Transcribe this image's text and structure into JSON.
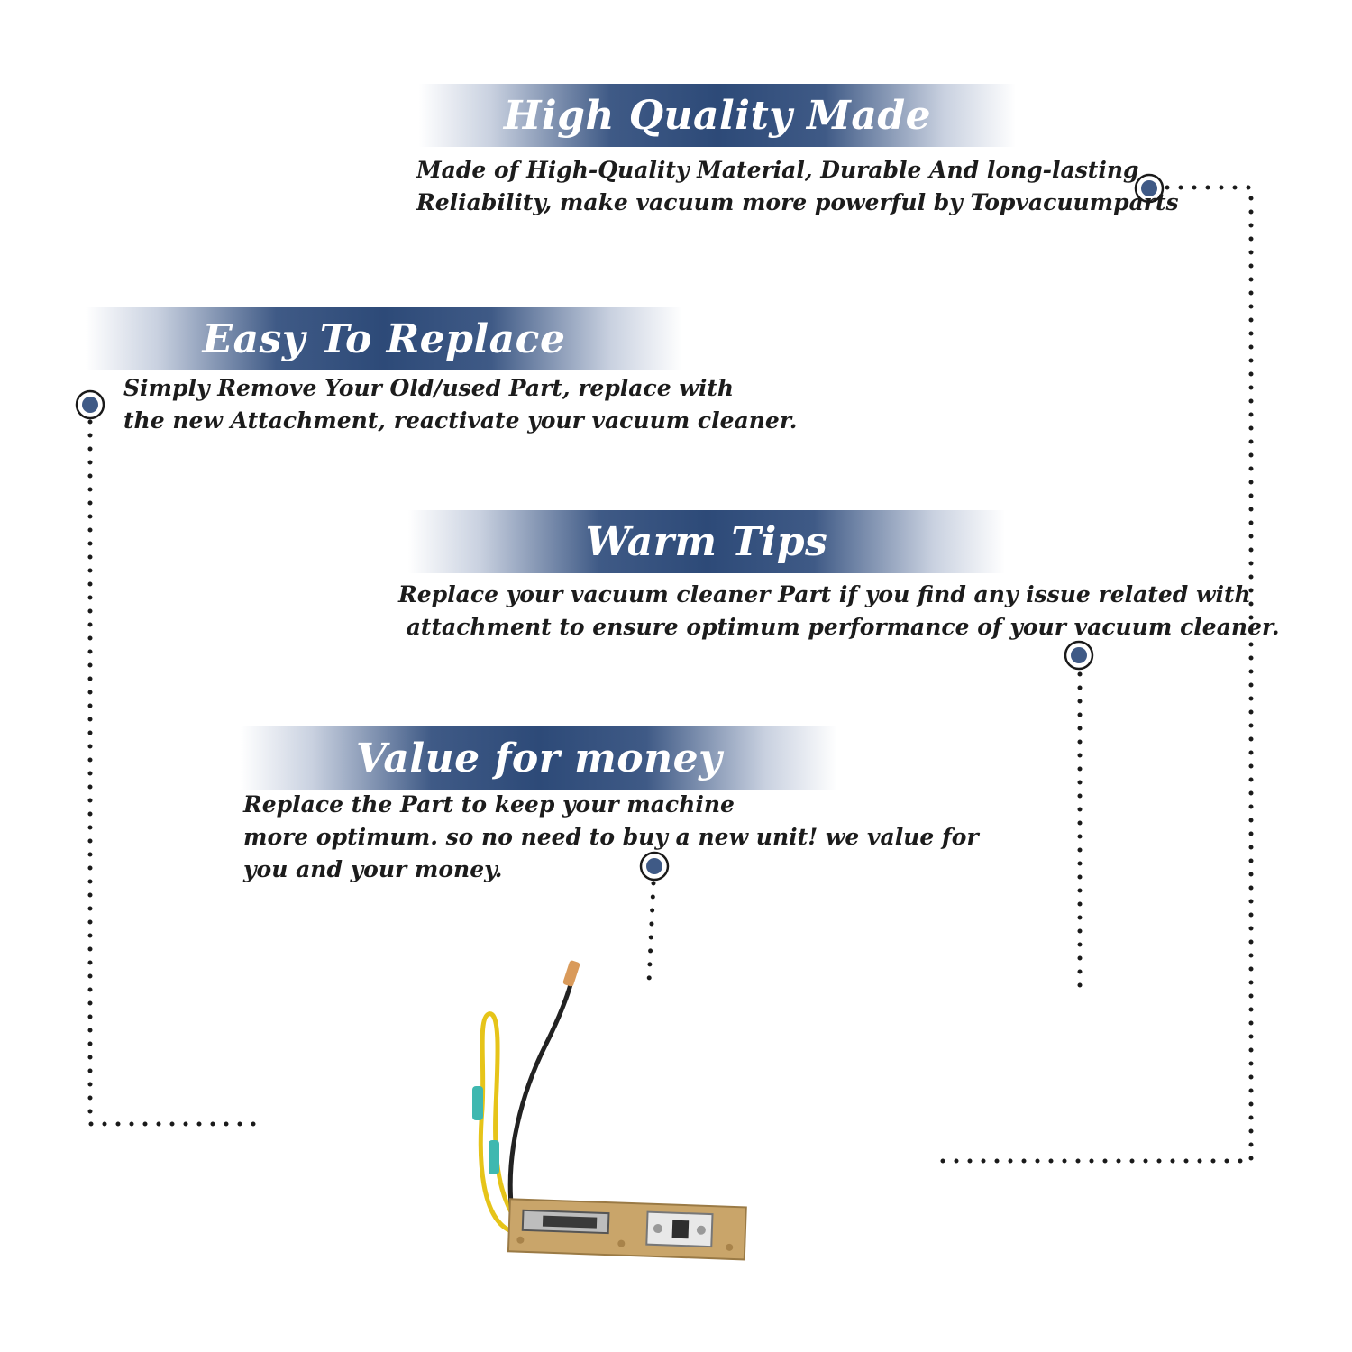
{
  "sections": [
    {
      "title": "High Quality Made",
      "lines": [
        "Made of  High-Quality Material, Durable And long-lasting",
        "Reliability, make vacuum more powerful by Topvacuumparts"
      ]
    },
    {
      "title": "Easy To Replace",
      "lines": [
        "Simply Remove Your Old/used Part, replace with",
        "the new Attachment, reactivate your vacuum cleaner."
      ]
    },
    {
      "title": "Warm Tips",
      "lines": [
        "Replace your vacuum cleaner Part if you find any issue related with",
        " attachment to ensure optimum performance of your vacuum cleaner."
      ]
    },
    {
      "title": "Value for money",
      "lines": [
        "Replace the Part to keep your machine",
        "more optimum. so no need to buy a new unit! we value for",
        "you and your money."
      ]
    }
  ],
  "colors": {
    "banner": "#2d4a78",
    "dot": "#1a1a1a",
    "marker": "#3f5a86"
  }
}
